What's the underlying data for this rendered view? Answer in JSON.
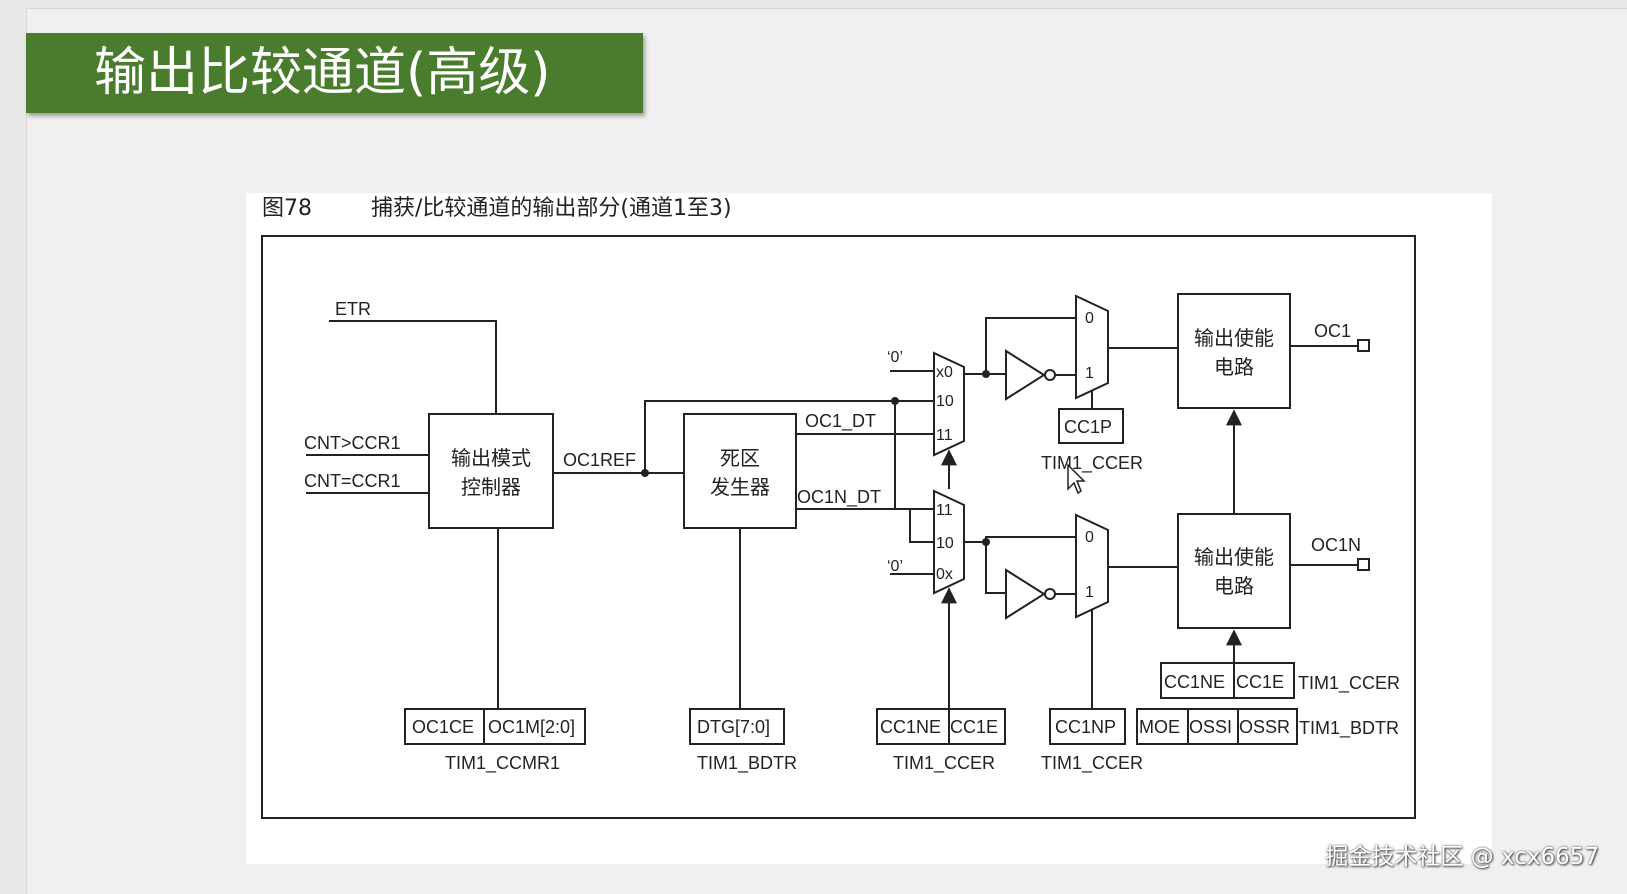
{
  "slide": {
    "title": "输出比较通道(高级)",
    "accent_color": "#4a7c2e"
  },
  "figure": {
    "number": "图78",
    "caption": "捕获/比较通道的输出部分(通道1至3)"
  },
  "inputs": {
    "etr": "ETR",
    "cnt_gt": "CNT>CCR1",
    "cnt_eq": "CNT=CCR1"
  },
  "blocks": {
    "mode_controller": [
      "输出模式",
      "控制器"
    ],
    "dead_time": [
      "死区",
      "发生器"
    ],
    "enable_top": [
      "输出使能",
      "电路"
    ],
    "enable_bottom": [
      "输出使能",
      "电路"
    ]
  },
  "signals": {
    "oc1ref": "OC1REF",
    "oc1_dt": "OC1_DT",
    "oc1n_dt": "OC1N_DT",
    "zero_top": "‘0’",
    "zero_bottom": "‘0’",
    "oc1": "OC1",
    "oc1n": "OC1N"
  },
  "mux_top": {
    "in0": "x0",
    "in1": "10",
    "in2": "11"
  },
  "mux_bottom": {
    "in0": "11",
    "in1": "10",
    "in2": "0x"
  },
  "sel_top": {
    "in0": "0",
    "in1": "1"
  },
  "sel_bottom": {
    "in0": "0",
    "in1": "1"
  },
  "registers": {
    "ccmr1": {
      "fields": [
        "OC1CE",
        "OC1M[2:0]"
      ],
      "name": "TIM1_CCMR1"
    },
    "bdtr_dtg": {
      "fields": [
        "DTG[7:0]"
      ],
      "name": "TIM1_BDTR"
    },
    "ccer_mux": {
      "fields": [
        "CC1NE",
        "CC1E"
      ],
      "name": "TIM1_CCER"
    },
    "ccer_cc1np": {
      "fields": [
        "CC1NP"
      ],
      "name": "TIM1_CCER"
    },
    "ccer_cc1p": {
      "fields": [
        "CC1P"
      ],
      "name": "TIM1_CCER"
    },
    "ccer_enable": {
      "fields": [
        "CC1NE",
        "CC1E"
      ],
      "name": "TIM1_CCER"
    },
    "bdtr_enable": {
      "fields": [
        "MOE",
        "OSSI",
        "OSSR"
      ],
      "name": "TIM1_BDTR"
    }
  },
  "watermark": "掘金技术社区 @ xcx6657"
}
